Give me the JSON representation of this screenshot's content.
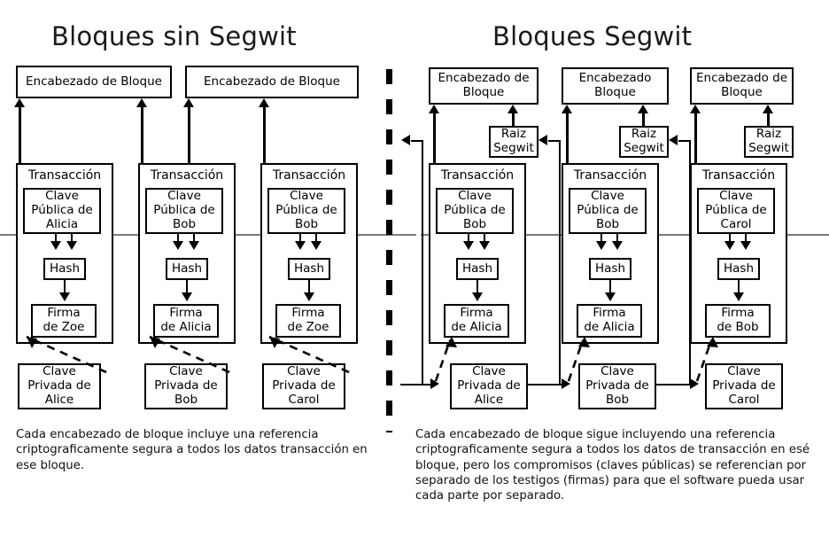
{
  "page": {
    "background": "#ffffff",
    "line_color": "#000000",
    "gray_rule_color": "#7b7b7b"
  },
  "left_panel": {
    "title": "Bloques sin Segwit",
    "block_headers": [
      {
        "label": "Encabezado de Bloque"
      },
      {
        "label": "Encabezado de Bloque"
      }
    ],
    "transactions": [
      {
        "label": "Transacción",
        "public_key": "Clave\nPública de\nAlicia",
        "hash": "Hash",
        "signature": "Firma\nde Zoe"
      },
      {
        "label": "Transacción",
        "public_key": "Clave\nPública de\nBob",
        "hash": "Hash",
        "signature": "Firma\nde Alicia"
      },
      {
        "label": "Transacción",
        "public_key": "Clave\nPública de\nBob",
        "hash": "Hash",
        "signature": "Firma\nde Zoe"
      }
    ],
    "private_keys": [
      {
        "label": "Clave\nPrivada de\nAlice"
      },
      {
        "label": "Clave\nPrivada de\nBob"
      },
      {
        "label": "Clave\nPrivada de\nCarol"
      }
    ],
    "caption": "Cada encabezado de bloque incluye una referencia criptograficamente segura a todos los datos transacción en ese bloque."
  },
  "right_panel": {
    "title": "Bloques Segwit",
    "block_headers": [
      {
        "label": "Encabezado de Bloque"
      },
      {
        "label": "Encabezado Bloque"
      },
      {
        "label": "Encabezado de Bloque"
      }
    ],
    "segwit_roots": [
      {
        "label": "Raiz\nSegwit"
      },
      {
        "label": "Raiz\nSegwit"
      },
      {
        "label": "Raiz\nSegwit"
      }
    ],
    "transactions": [
      {
        "label": "Transacción",
        "public_key": "Clave\nPública de\nBob",
        "hash": "Hash",
        "signature": "Firma\nde Alicia"
      },
      {
        "label": "Transacción",
        "public_key": "Clave\nPública de\nBob",
        "hash": "Hash",
        "signature": "Firma\nde Alicia"
      },
      {
        "label": "Transacción",
        "public_key": "Clave\nPública de\nCarol",
        "hash": "Hash",
        "signature": "Firma\nde Bob"
      }
    ],
    "private_keys": [
      {
        "label": "Clave\nPrivada de\nAlice"
      },
      {
        "label": "Clave\nPrivada de\nBob"
      },
      {
        "label": "Clave\nPrivada de\nCarol"
      }
    ],
    "caption": "Cada encabezado de bloque sigue incluyendo una referencia criptograficamente segura a todos los datos de transacción en esé bloque, pero los compromisos (claves públicas) se referencian por separado de los testigos (firmas) para que el software pueda usar cada parte por separado."
  }
}
